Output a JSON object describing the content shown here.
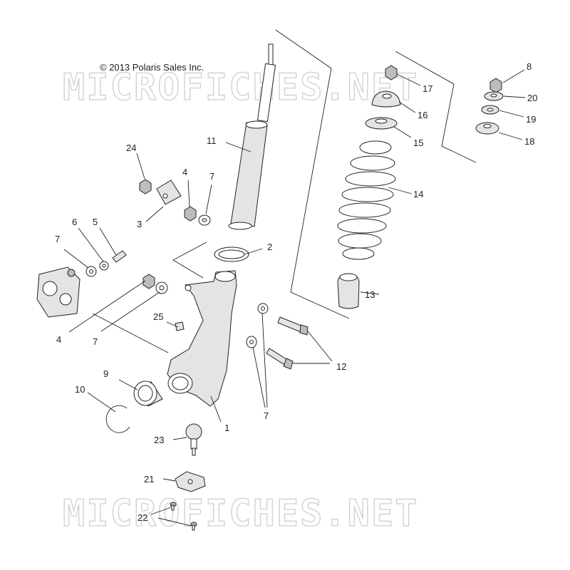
{
  "copyright": "© 2013 Polaris Sales Inc.",
  "watermark": {
    "top": "MICROFICHES.NET",
    "bottom": "MICROFICHES.NET"
  },
  "callouts": {
    "c1": "1",
    "c2": "2",
    "c3": "3",
    "c4a": "4",
    "c4b": "4",
    "c5": "5",
    "c6": "6",
    "c7a": "7",
    "c7b": "7",
    "c7c": "7",
    "c7d": "7",
    "c8": "8",
    "c9": "9",
    "c10": "10",
    "c11": "11",
    "c12": "12",
    "c13": "13",
    "c14": "14",
    "c15": "15",
    "c16": "16",
    "c17": "17",
    "c18": "18",
    "c19": "19",
    "c20": "20",
    "c21": "21",
    "c22": "22",
    "c23": "23",
    "c24": "24",
    "c25": "25"
  }
}
